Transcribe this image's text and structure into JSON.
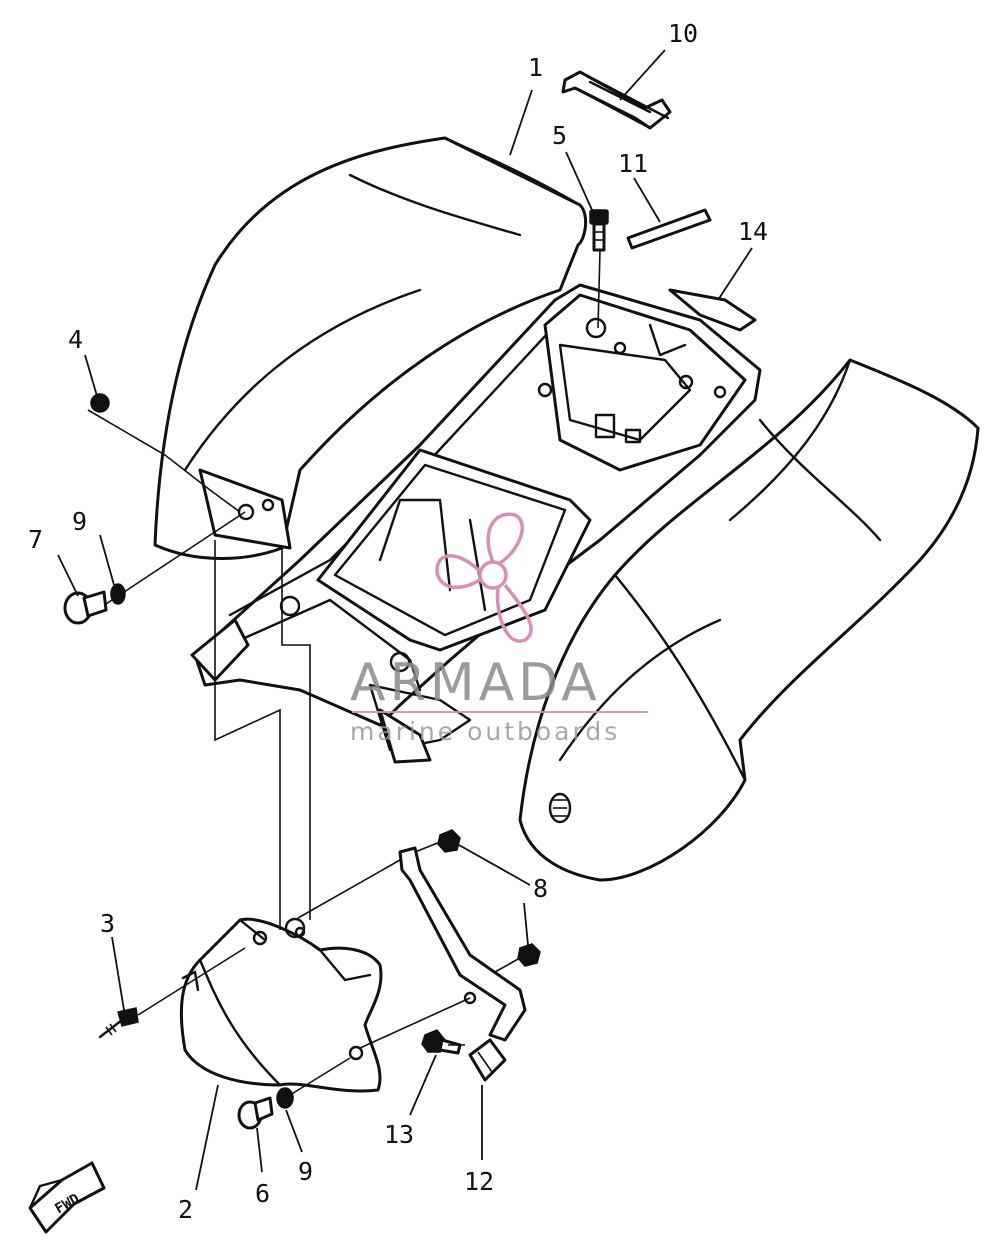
{
  "callouts": {
    "c1": "1",
    "c2": "2",
    "c3": "3",
    "c4": "4",
    "c5": "5",
    "c6": "6",
    "c7": "7",
    "c8": "8",
    "c9a": "9",
    "c9b": "9",
    "c10": "10",
    "c11": "11",
    "c12": "12",
    "c13": "13",
    "c14": "14"
  },
  "direction_badge": "FWD",
  "watermark": {
    "brand": "ARMADA",
    "tagline": "marine outboards",
    "color": "#d98fb5"
  }
}
